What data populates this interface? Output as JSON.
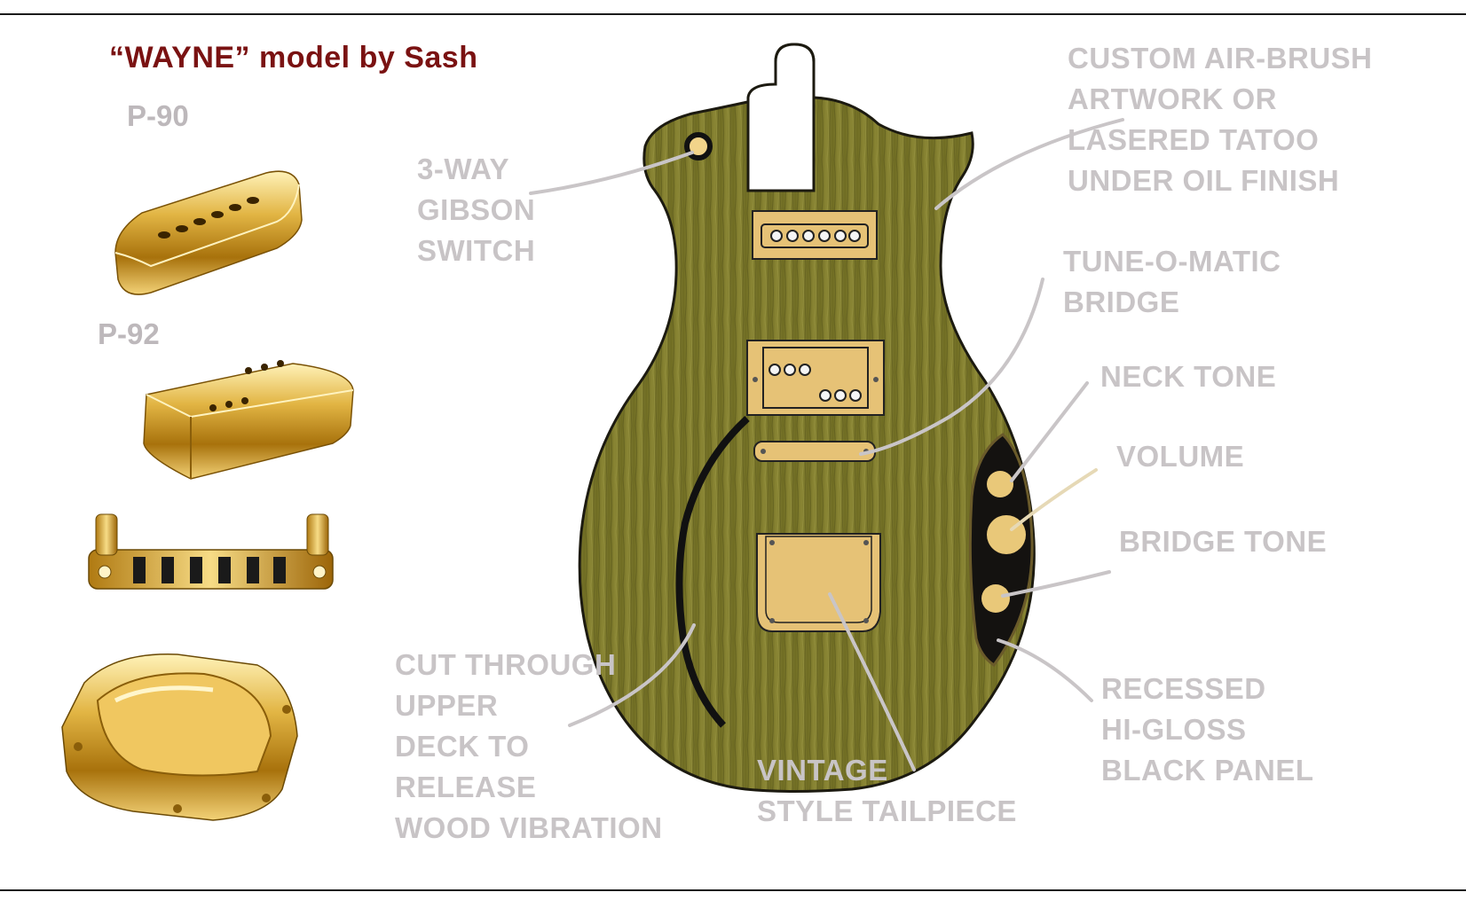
{
  "title": "“WAYNE” model by Sash",
  "parts": {
    "p90": "P-90",
    "p92": "P-92"
  },
  "labels": {
    "switch": [
      "3-WAY",
      "GIBSON",
      "SWITCH"
    ],
    "artwork": [
      "CUSTOM AIR-BRUSH",
      "ARTWORK OR",
      "LASERED TATOO",
      "UNDER OIL FINISH"
    ],
    "bridge": [
      "TUNE-O-MATIC",
      "BRIDGE"
    ],
    "neck_tone": "NECK TONE",
    "volume": "VOLUME",
    "bridge_tone": "BRIDGE TONE",
    "panel": [
      "RECESSED",
      "HI-GLOSS",
      "BLACK PANEL"
    ],
    "tailpiece": [
      "VINTAGE",
      "STYLE TAILPIECE"
    ],
    "cut": [
      "CUT THROUGH",
      "UPPER",
      "DECK TO",
      "RELEASE",
      "WOOD VIBRATION"
    ]
  },
  "colors": {
    "title": "#7a1212",
    "label": "#c8c4c6",
    "body_wood": "#7d7a2a",
    "gold": "#dcb86a",
    "panel": "#141210"
  }
}
